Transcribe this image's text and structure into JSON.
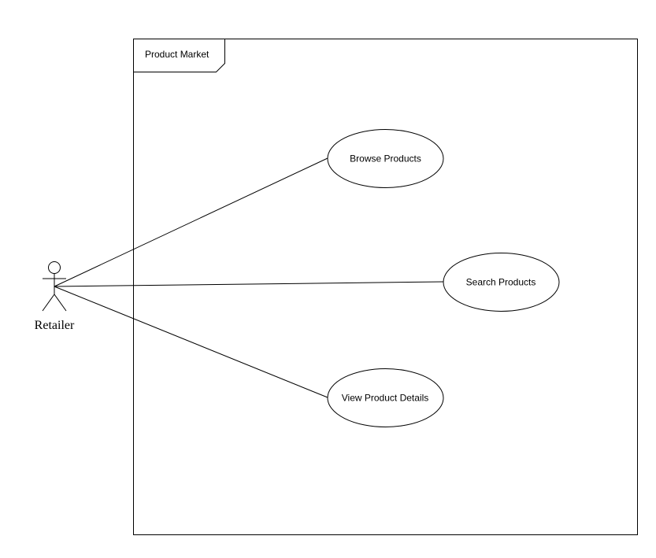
{
  "system": {
    "name": "Product Market"
  },
  "actor": {
    "name": "Retailer"
  },
  "use_cases": [
    {
      "label": "Browse Products"
    },
    {
      "label": "Search Products"
    },
    {
      "label": "View Product Details"
    }
  ],
  "colors": {
    "stroke": "#000000",
    "background": "#ffffff"
  }
}
